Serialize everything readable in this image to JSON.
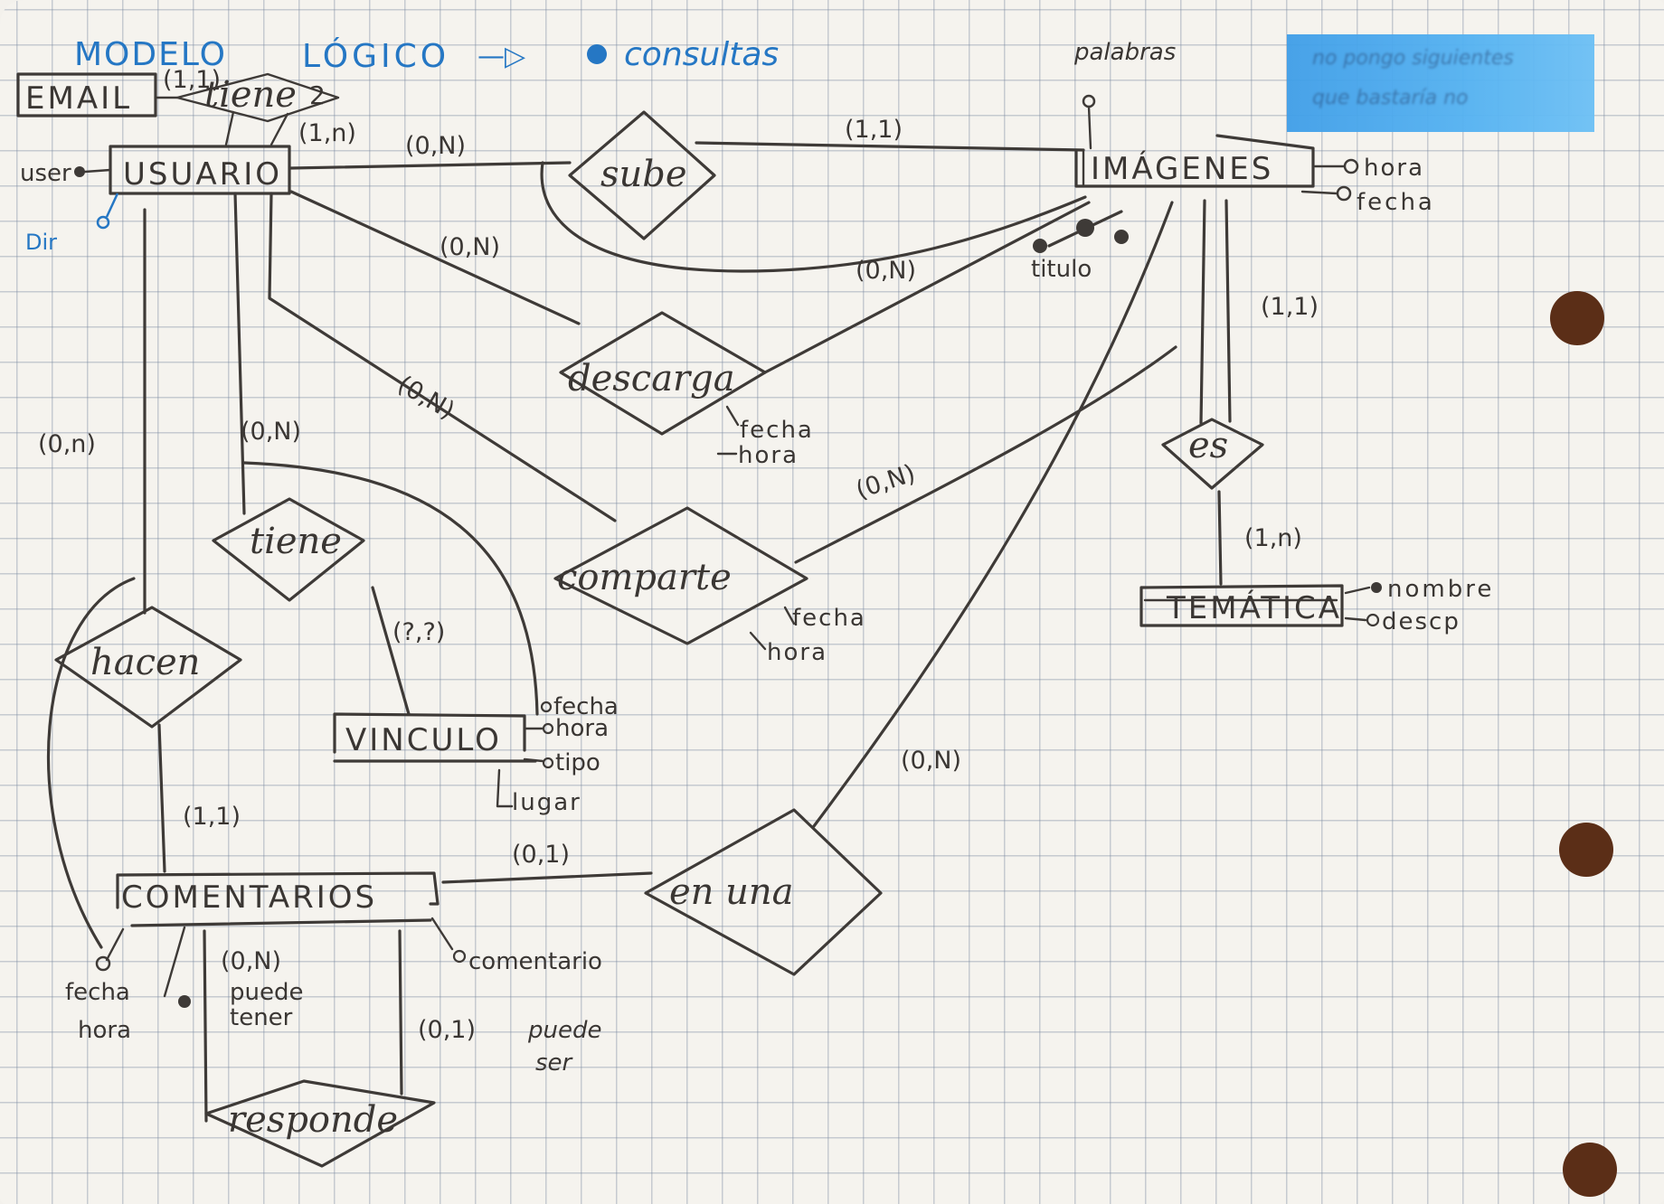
{
  "header": {
    "title_left": "MODELO",
    "title_mid": "LÓGICO",
    "title_arrow": "—▷",
    "title_right": "consultas"
  },
  "note": {
    "line1": "no pongo siguientes",
    "line2": "que bastaría no"
  },
  "entities": {
    "email": "EMAIL",
    "usuario": "USUARIO",
    "imagenes": "IMÁGENES",
    "tematica": "TEMÁTICA",
    "vinculo": "VINCULO",
    "comentarios": "COMENTARIOS"
  },
  "relationships": {
    "tiene_email": "tiene",
    "sube": "sube",
    "descarga": "descarga",
    "comparte": "comparte",
    "tiene_vinculo": "tiene",
    "hacen": "hacen",
    "es": "es",
    "en_una": "en una",
    "responde": "responde"
  },
  "attributes": {
    "user": "user",
    "dir": "Dir",
    "palabras": "palabras",
    "img_hora": "hora",
    "img_fecha": "fecha",
    "titulo": "titulo",
    "desc_fecha": "fecha",
    "desc_hora": "hora",
    "comp_fecha": "fecha",
    "comp_hora": "hora",
    "vin_fecha": "fecha",
    "vin_hora": "hora",
    "vin_tipo": "tipo",
    "vin_lugar": "lugar",
    "tem_nombre": "nombre",
    "tem_desc": "descp",
    "com_fecha": "fecha",
    "com_hora": "hora",
    "com_comentario": "comentario"
  },
  "cardinalities": {
    "email_tiene": "(1,1)",
    "tiene_usuario": "(1,n)",
    "usuario_sube": "(0,N)",
    "sube_imagenes": "(1,1)",
    "usuario_descarga": "(0,N)",
    "descarga_imagenes": "(0,N)",
    "usuario_comparte": "(0,N)",
    "comparte_imagenes": "(0,N)",
    "usuario_hacen": "(0,n)",
    "usuario_tiene": "(0,N)",
    "tiene_vinculo": "(?,?)",
    "hacen_comentarios": "(1,1)",
    "imagenes_es": "(1,1)",
    "es_tematica": "(1,n)",
    "imagenes_en_una": "(0,N)",
    "comentarios_en_una": "(0,1)",
    "responde_left": "(0,N)",
    "responde_left_note1": "puede",
    "responde_left_note2": "tener",
    "responde_right": "(0,1)",
    "responde_right_note1": "puede",
    "responde_right_note2": "ser"
  }
}
